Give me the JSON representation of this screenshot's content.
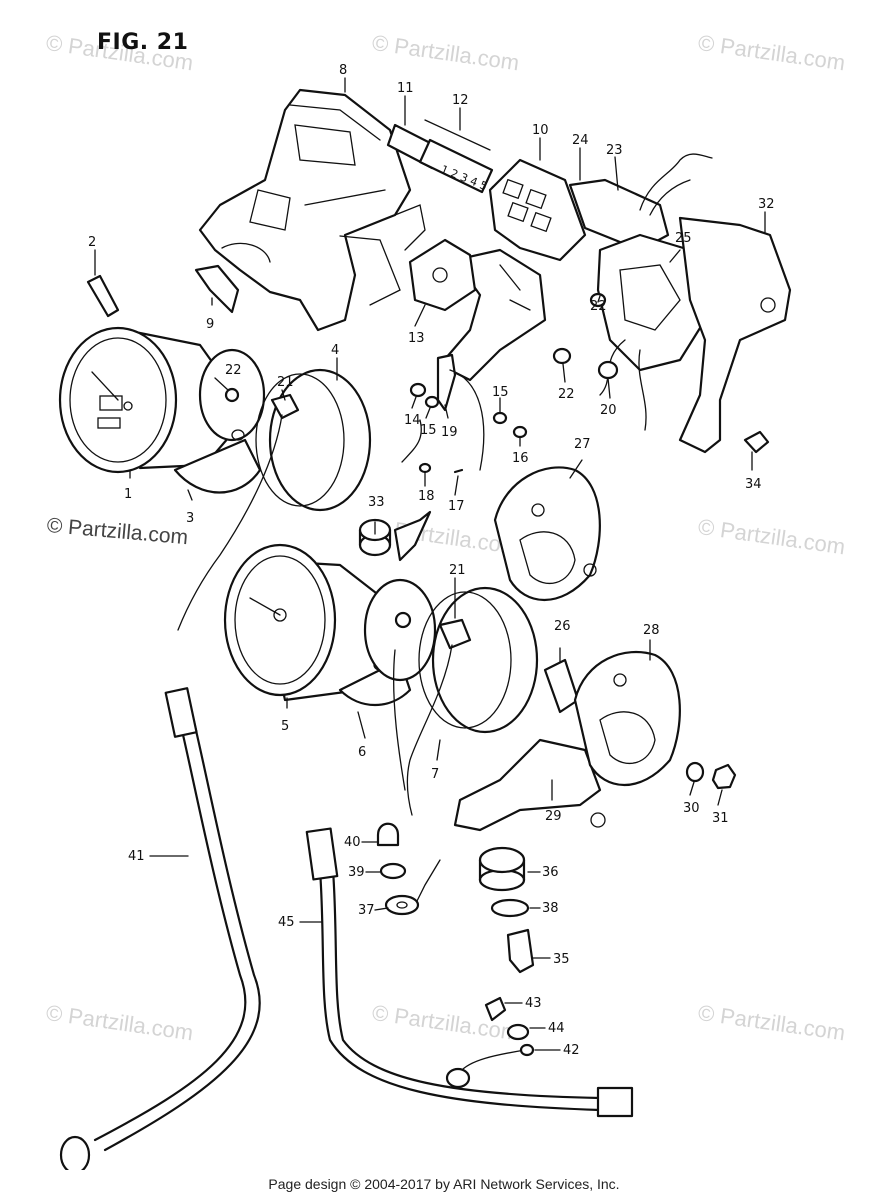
{
  "figure_title": "FIG. 21",
  "watermark_text": "© Partzilla.com",
  "footer": "Page design © 2004-2017 by ARI Network Services, Inc.",
  "callouts": [
    {
      "label": "1"
    },
    {
      "label": "2"
    },
    {
      "label": "3"
    },
    {
      "label": "4"
    },
    {
      "label": "5"
    },
    {
      "label": "6"
    },
    {
      "label": "7"
    },
    {
      "label": "8"
    },
    {
      "label": "9"
    },
    {
      "label": "10"
    },
    {
      "label": "11"
    },
    {
      "label": "12"
    },
    {
      "label": "13"
    },
    {
      "label": "14"
    },
    {
      "label": "15"
    },
    {
      "label": "15"
    },
    {
      "label": "16"
    },
    {
      "label": "17"
    },
    {
      "label": "18"
    },
    {
      "label": "19"
    },
    {
      "label": "20"
    },
    {
      "label": "21"
    },
    {
      "label": "21"
    },
    {
      "label": "22"
    },
    {
      "label": "22"
    },
    {
      "label": "22"
    },
    {
      "label": "23"
    },
    {
      "label": "24"
    },
    {
      "label": "25"
    },
    {
      "label": "26"
    },
    {
      "label": "27"
    },
    {
      "label": "28"
    },
    {
      "label": "29"
    },
    {
      "label": "30"
    },
    {
      "label": "31"
    },
    {
      "label": "32"
    },
    {
      "label": "33"
    },
    {
      "label": "34"
    },
    {
      "label": "35"
    },
    {
      "label": "36"
    },
    {
      "label": "37"
    },
    {
      "label": "38"
    },
    {
      "label": "39"
    },
    {
      "label": "40"
    },
    {
      "label": "41"
    },
    {
      "label": "42"
    },
    {
      "label": "43"
    },
    {
      "label": "44"
    },
    {
      "label": "45"
    }
  ],
  "colors": {
    "line": "#111111",
    "watermark": "#d4d4d4",
    "background": "#ffffff"
  }
}
